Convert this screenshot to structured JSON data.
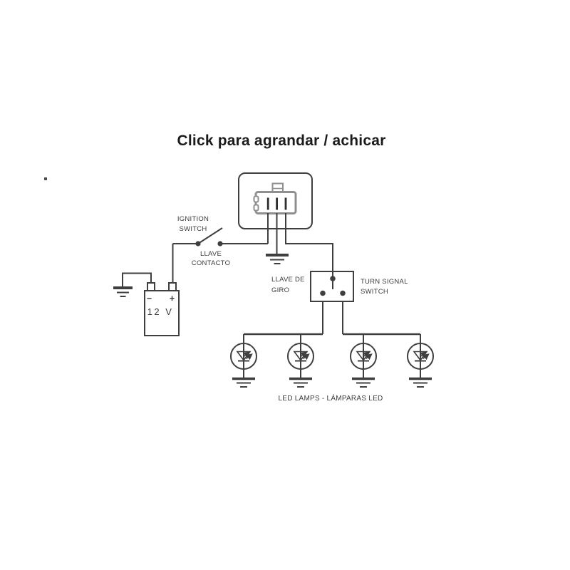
{
  "title": "Click para agrandar / achicar",
  "colors": {
    "background": "#ffffff",
    "title": "#1b1b1b",
    "text": "#3c3c3c",
    "wire": "#3f3f3f",
    "connector": "#8f8f8f"
  },
  "labels": {
    "ignition_en_1": "IGNITION",
    "ignition_en_2": "SWITCH",
    "ignition_es_1": "LLAVE",
    "ignition_es_2": "CONTACTO",
    "turnsignal_es_1": "LLAVE DE",
    "turnsignal_es_2": "GIRO",
    "turnsignal_en_1": "TURN SIGNAL",
    "turnsignal_en_2": "SWITCH",
    "led_lamps": "LED LAMPS - LÁMPARAS LED"
  },
  "battery": {
    "negative": "−",
    "positive": "+",
    "voltage": "12 V"
  },
  "icons": {
    "relay_connector": "relay-connector-icon",
    "ignition_switch": "ignition-switch-icon",
    "battery": "battery-icon",
    "ground": "ground-icon",
    "turn_signal_switch": "turn-signal-switch-icon",
    "led_lamp": "led-lamp-icon"
  }
}
